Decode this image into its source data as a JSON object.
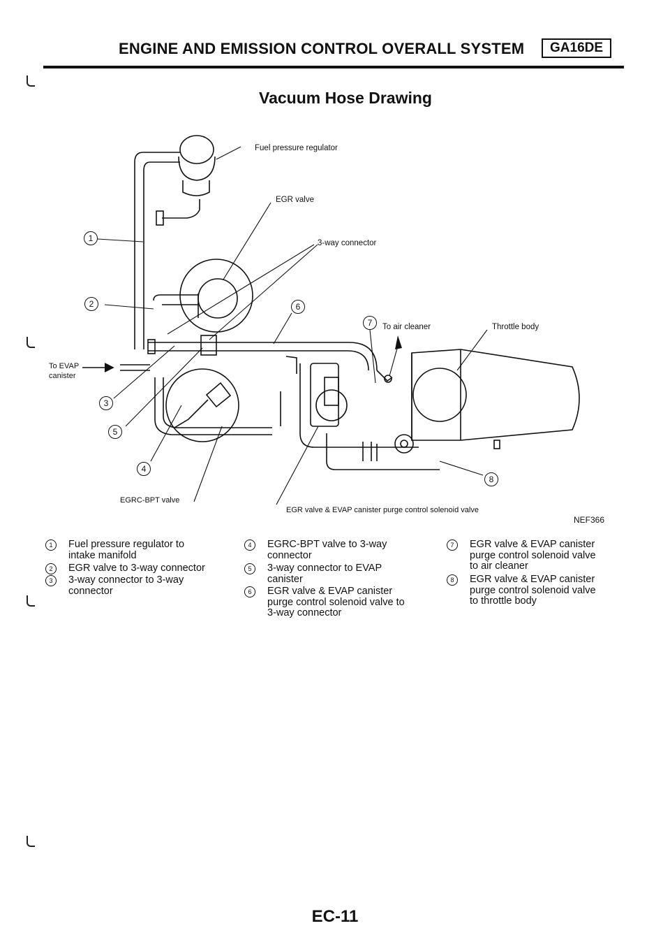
{
  "header": {
    "title": "ENGINE AND EMISSION CONTROL OVERALL SYSTEM",
    "model_badge": "GA16DE"
  },
  "subtitle": "Vacuum Hose Drawing",
  "diagram": {
    "labels": {
      "fuel_pressure_regulator": "Fuel pressure regulator",
      "egr_valve": "EGR valve",
      "three_way_connector": "3-way connector",
      "to_air_cleaner": "To air cleaner",
      "throttle_body": "Throttle body",
      "to_evap_line1": "To EVAP",
      "to_evap_line2": "canister",
      "egrc_bpt_valve": "EGRC-BPT valve",
      "solenoid_valve": "EGR valve & EVAP canister purge control solenoid valve"
    },
    "callouts": [
      "1",
      "2",
      "3",
      "4",
      "5",
      "6",
      "7",
      "8"
    ],
    "figure_code": "NEF366"
  },
  "legend": [
    {
      "num": "1",
      "text": "Fuel pressure regulator to intake manifold"
    },
    {
      "num": "2",
      "text": "EGR valve to 3-way connector"
    },
    {
      "num": "3",
      "text": "3-way connector to 3-way connector"
    },
    {
      "num": "4",
      "text": "EGRC-BPT valve to 3-way connector"
    },
    {
      "num": "5",
      "text": "3-way connector to EVAP canister"
    },
    {
      "num": "6",
      "text": "EGR valve & EVAP canister purge control solenoid valve to 3-way connector"
    },
    {
      "num": "7",
      "text": "EGR valve & EVAP canister purge control solenoid valve to air cleaner"
    },
    {
      "num": "8",
      "text": "EGR valve & EVAP canister purge control solenoid valve to throttle body"
    }
  ],
  "page_number": "EC-11"
}
